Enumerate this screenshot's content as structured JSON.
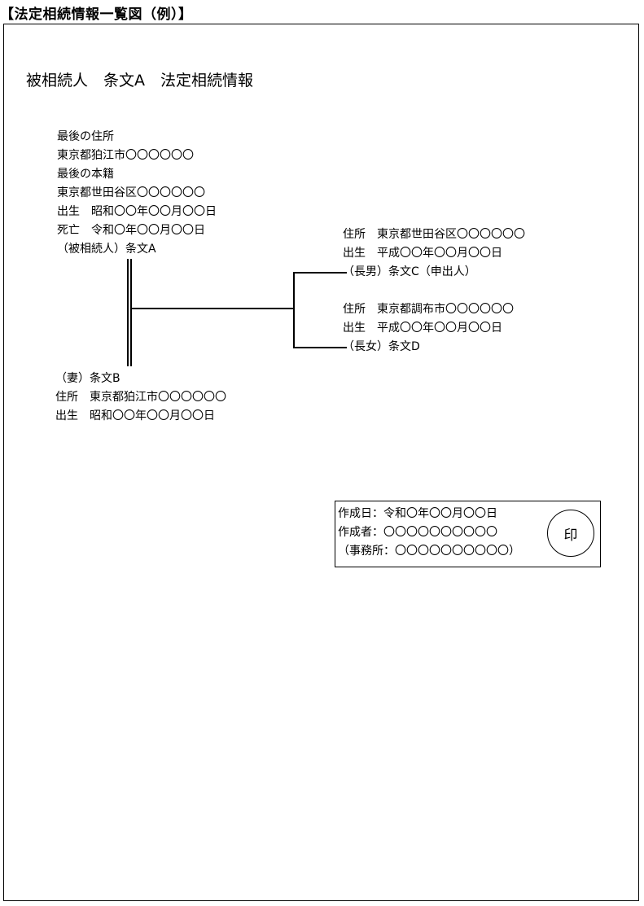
{
  "title": "【法定相続情報一覧図（例）】",
  "heading": "被相続人　条文A　法定相続情報",
  "decedent": {
    "last_address_label": "最後の住所",
    "last_address": "東京都狛江市〇〇〇〇〇〇",
    "last_registry_label": "最後の本籍",
    "last_registry": "東京都世田谷区〇〇〇〇〇〇",
    "birth": "出生　昭和〇〇年〇〇月〇〇日",
    "death": "死亡　令和〇年〇〇月〇〇日",
    "name": "（被相続人）条文A"
  },
  "spouse": {
    "name": "（妻）条文B",
    "address": "住所　東京都狛江市〇〇〇〇〇〇",
    "birth": "出生　昭和〇〇年〇〇月〇〇日"
  },
  "children": [
    {
      "address": "住所　東京都世田谷区〇〇〇〇〇〇",
      "birth": "出生　平成〇〇年〇〇月〇〇日",
      "name": "（長男）条文C（申出人）"
    },
    {
      "address": "住所　東京都調布市〇〇〇〇〇〇",
      "birth": "出生　平成〇〇年〇〇月〇〇日",
      "name": "（長女）条文D"
    }
  ],
  "author": {
    "created_date": "作成日：令和〇年〇〇月〇〇日",
    "creator": "作成者：〇〇〇〇〇〇〇〇〇〇",
    "office": "（事務所：〇〇〇〇〇〇〇〇〇〇）",
    "seal": "印"
  }
}
